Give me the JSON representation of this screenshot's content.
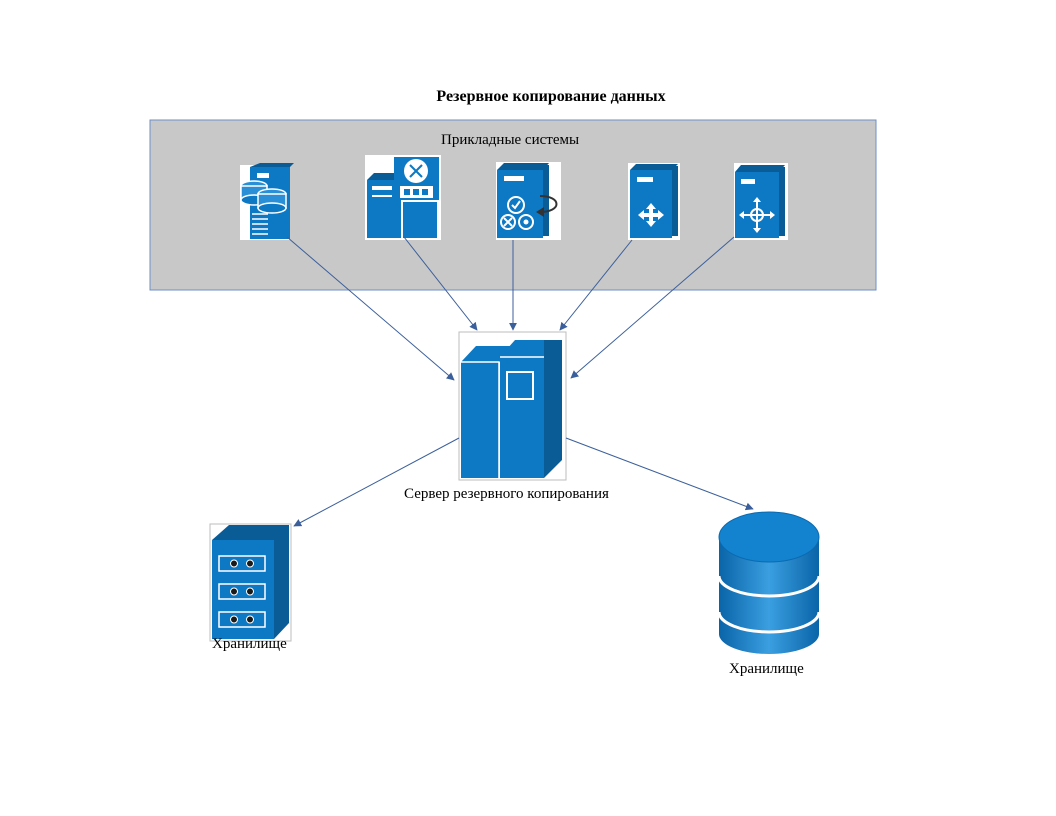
{
  "diagram": {
    "title": "Резервное копирование данных",
    "apps_group_label": "Прикладные системы",
    "backup_server_label": "Сервер резервного копирования",
    "storage_left_label": "Хранилище",
    "storage_right_label": "Хранилище",
    "app_icons": [
      "database-server-icon",
      "directory-server-icon",
      "validation-server-icon",
      "router-server-icon",
      "switch-server-icon"
    ]
  },
  "colors": {
    "group_fill": "#c8c8c8",
    "group_border": "#6e8fc7",
    "icon_blue": "#0d79c4",
    "icon_dark": "#0a5c97",
    "arrow": "#3b5f9b"
  }
}
